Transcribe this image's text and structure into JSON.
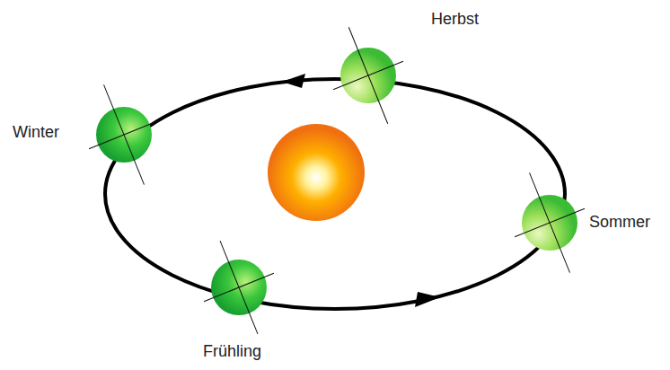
{
  "diagram": {
    "labels": [
      "Herbst",
      "Winter",
      "Sommer",
      "Frühling"
    ]
  }
}
